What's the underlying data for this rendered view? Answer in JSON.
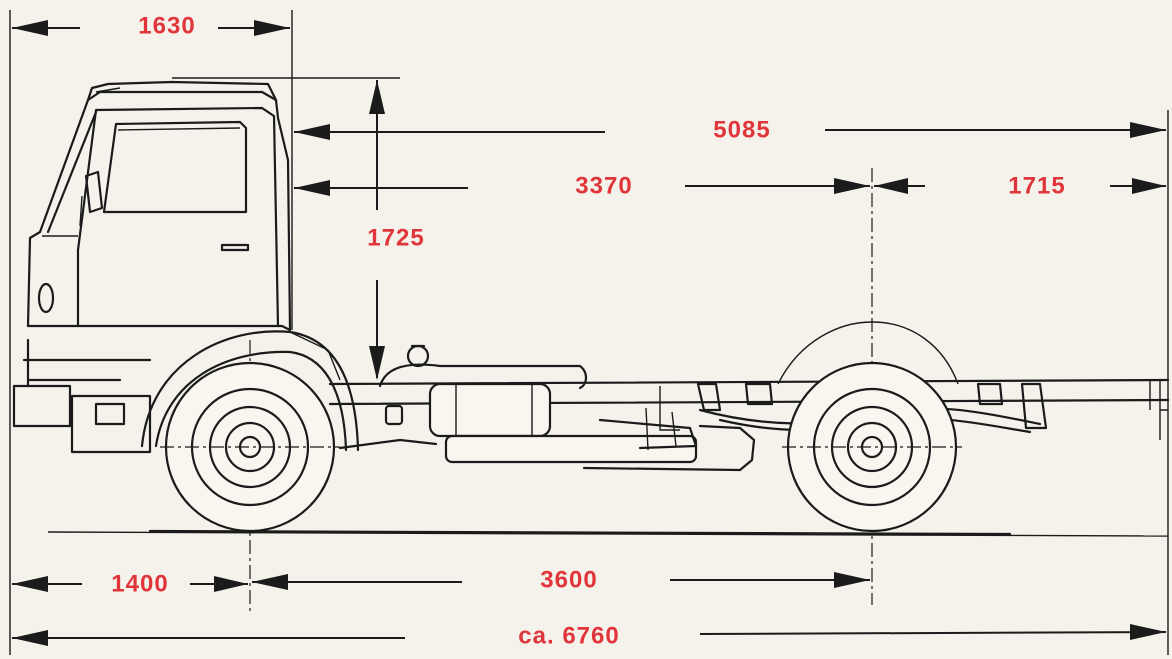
{
  "colors": {
    "dimension_text": "#e0353a",
    "ink": "#1b1b1b",
    "paper": "#f4f2ea"
  },
  "dimensions": {
    "cab_overhang": "1630",
    "cab_to_rear": "5085",
    "cab_to_rear_axle": "3370",
    "rear_overhang": "1715",
    "cab_height": "1725",
    "front_overhang": "1400",
    "wheelbase": "3600",
    "overall_length": "ca. 6760"
  }
}
